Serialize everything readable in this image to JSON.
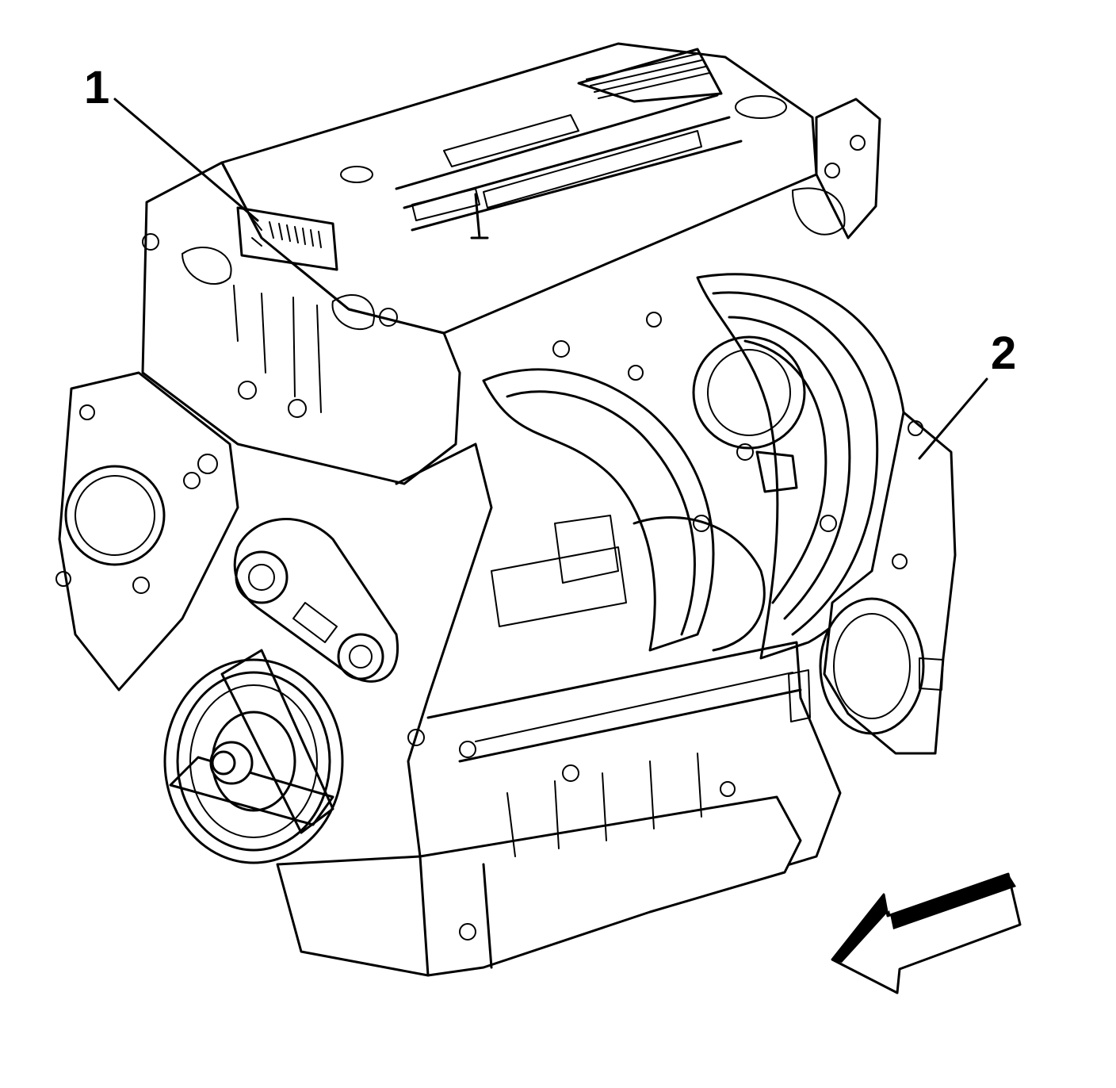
{
  "figure": {
    "callouts": [
      {
        "id": "1",
        "label": "1"
      },
      {
        "id": "2",
        "label": "2"
      }
    ],
    "icons": {
      "direction_arrow": "front-direction-arrow-icon"
    }
  }
}
